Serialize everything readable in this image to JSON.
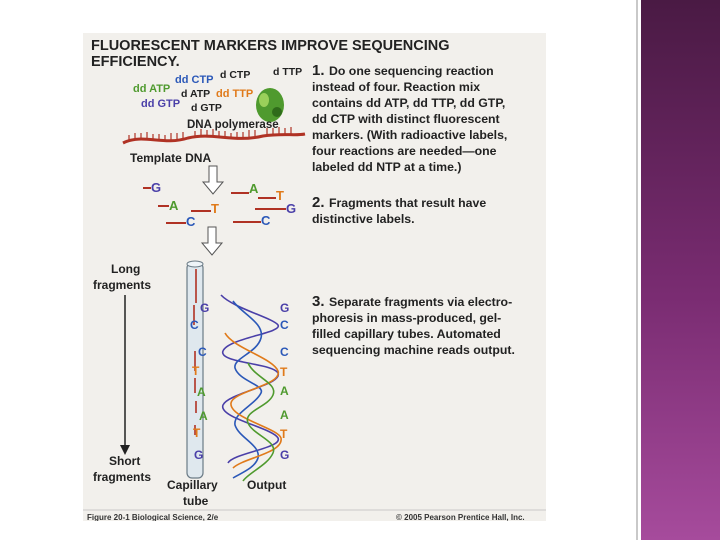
{
  "figure": {
    "title_line1": "FLUORESCENT MARKERS IMPROVE SEQUENCING",
    "title_line2": "EFFICIENCY.",
    "labels": {
      "ddATP": "dd ATP",
      "ddCTP": "dd CTP",
      "dCTP": "d CTP",
      "dTTP": "d TTP",
      "dATP": "d ATP",
      "ddTTP": "dd TTP",
      "ddGTP": "dd GTP",
      "dGTP": "d GTP",
      "polymerase": "DNA polymerase",
      "template": "Template DNA"
    },
    "step1": {
      "num": "1.",
      "lines": [
        "Do one sequencing reaction",
        "instead of four. Reaction mix",
        "contains dd ATP, dd TTP, dd GTP,",
        "dd CTP with distinct fluorescent",
        "markers. (With radioactive labels,",
        "four reactions are needed—one",
        "labeled dd NTP at a time.)"
      ]
    },
    "step2": {
      "num": "2.",
      "lines": [
        "Fragments that result have",
        "distinctive labels."
      ]
    },
    "step3": {
      "num": "3.",
      "lines": [
        "Separate fragments via electro-",
        "phoresis in mass-produced, gel-",
        "filled capillary tubes. Automated",
        "sequencing machine reads output."
      ]
    },
    "fragment_letters": [
      "G",
      "A",
      "A",
      "T",
      "T",
      "G",
      "C",
      "C"
    ],
    "long_label": [
      "Long",
      "fragments"
    ],
    "short_label": [
      "Short",
      "fragments"
    ],
    "capillary_label": [
      "Capillary",
      "tube"
    ],
    "output_label": "Output",
    "tube_letters": [
      "G",
      "C",
      "C",
      "T",
      "A",
      "A",
      "T",
      "G"
    ],
    "output_letters": [
      "G",
      "C",
      "C",
      "T",
      "A",
      "A",
      "T",
      "G"
    ],
    "footer_left": "Figure 20-1  Biological Science, 2/e",
    "footer_right": "© 2005 Pearson Prentice Hall, Inc."
  },
  "colors": {
    "G": "#4a3fa8",
    "C": "#2b58b8",
    "A": "#4f9a2e",
    "T": "#e07a1a",
    "dark": "#222222",
    "template": "#b03224"
  }
}
